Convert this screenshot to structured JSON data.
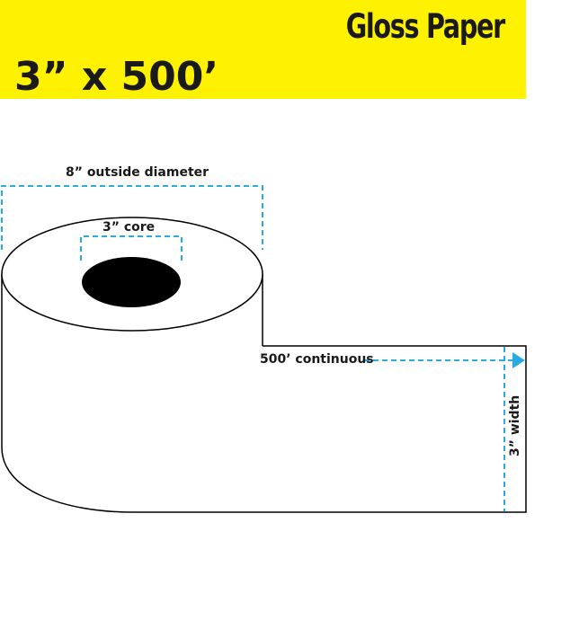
{
  "banner": {
    "title": "Gloss Paper",
    "size": "3” x 500’",
    "background_color": "#FFF200"
  },
  "diagram": {
    "outside_diameter_label": "8” outside diameter",
    "core_label": "3” core",
    "length_label": "500’ continuous",
    "width_label": "3” width",
    "dimension_line_color": "#29ABE2",
    "outline_color": "#000000",
    "core_fill_color": "#000000"
  }
}
